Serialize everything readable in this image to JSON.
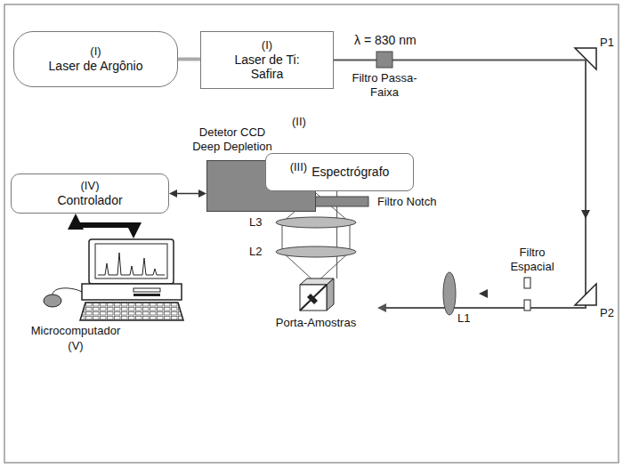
{
  "diagram": {
    "nodes": [
      {
        "text": [
          "(I)",
          "Laser de Argônio"
        ]
      },
      {
        "text": [
          "(I)",
          "Laser de Ti: Safira"
        ]
      },
      {
        "text": [
          "Detetor CCD Deep Depletion",
          "(II)"
        ]
      },
      {
        "text": [
          "(III)",
          "Espectrógrafo"
        ]
      },
      {
        "text": [
          "(IV)",
          "Controlador"
        ]
      },
      {
        "text": [
          "Microcomputador",
          "(V)"
        ]
      },
      {
        "text": [
          "Porta-Amostras"
        ]
      }
    ],
    "edges": [
      {
        "from": 0,
        "to": 1,
        "arrow": "none"
      },
      {
        "from": 1,
        "to": 6,
        "arrow": "to",
        "label": "λ = 830 nm"
      },
      {
        "from": 6,
        "to": 3,
        "arrow": "none"
      },
      {
        "from": 3,
        "to": 2,
        "arrow": "none"
      },
      {
        "from": 4,
        "to": 2,
        "arrow": "both"
      },
      {
        "from": 4,
        "to": 5,
        "arrow": "both"
      }
    ],
    "labels": [
      "Filtro Passa-Faixa",
      "P1",
      "P2",
      "Filtro Espacial",
      "L1",
      "L2",
      "L3",
      "Filtro Notch"
    ]
  }
}
